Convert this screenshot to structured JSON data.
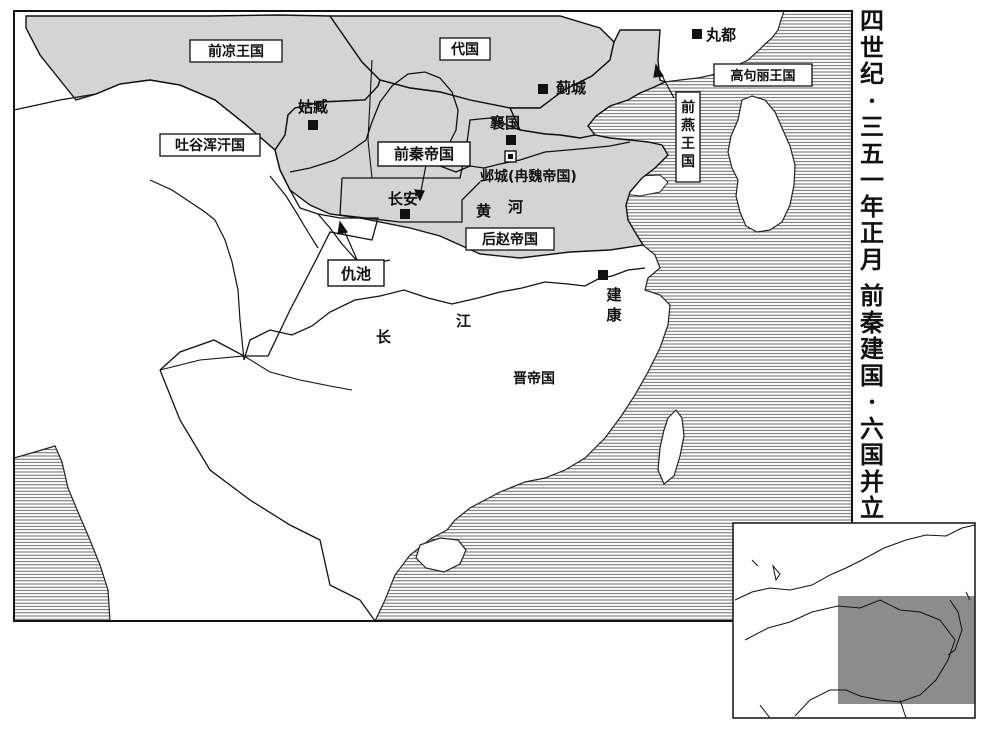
{
  "map": {
    "side_title": [
      "四世纪·三五一年正月",
      "前秦建国·六国并立"
    ],
    "states": {
      "qianliang": "前凉王国",
      "dai": "代国",
      "tuyuhun": "吐谷浑汗国",
      "qianqin": "前秦帝国",
      "houzhao": "后赵帝国",
      "qianyan": "前燕王国",
      "gaogouli": "高句丽王国",
      "jin": "晋帝国"
    },
    "cities": {
      "guzang": "姑臧",
      "jicheng": "蓟城",
      "xiangguo": "襄国",
      "yecheng": "邺城(冉魏帝国)",
      "changan": "长安",
      "jiankang": "建康",
      "wandu": "丸都",
      "chouchi": "仇池"
    },
    "rivers": {
      "huanghe": [
        "黄",
        "河"
      ],
      "changjiang": [
        "长",
        "江"
      ]
    },
    "colors": {
      "territory": "#d4d4d4",
      "water_lines": "#555555",
      "border": "#111111",
      "inset_highlight": "#8c8c8c"
    }
  }
}
